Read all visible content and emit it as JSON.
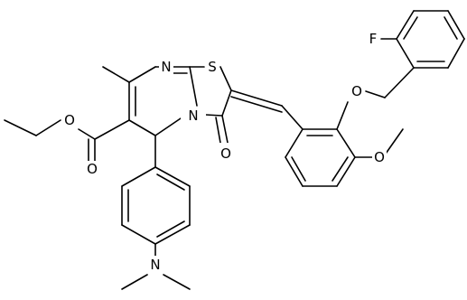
{
  "molecule": {
    "atoms": {
      "N1": "N",
      "S1": "S",
      "N2": "N",
      "O_carbonyl": "O",
      "O_ester_single": "O",
      "O_ester_double": "O",
      "O_benzyloxy": "O",
      "O_methoxy": "O",
      "F": "F",
      "N_dimethylamino": "N"
    }
  },
  "colors": {
    "bond": "#000000",
    "label": "#000000",
    "background": "#ffffff"
  }
}
